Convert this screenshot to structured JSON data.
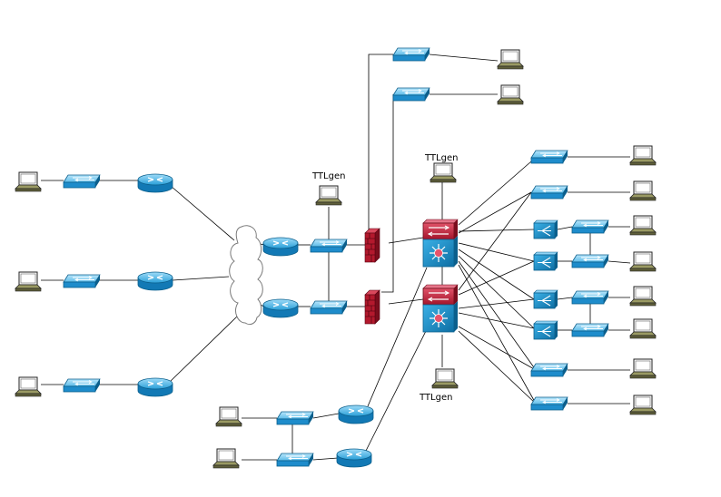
{
  "labels": {
    "ttlgen_top": "TTLgen",
    "ttlgen_mid": "TTLgen",
    "ttlgen_bottom": "TTLgen"
  },
  "colors": {
    "device_blue": "#1f9ad6",
    "device_blue_light": "#8fd3f5",
    "device_blue_dark": "#0b5f8c",
    "firewall_red": "#b3192d",
    "multilayer_red": "#c41e3a",
    "laptop_body": "#8c8c5a",
    "link": "#000000"
  },
  "icons": [
    "laptop-icon",
    "switch-icon",
    "router-icon",
    "firewall-icon",
    "multilayer-switch-icon",
    "cloud-icon",
    "hub-icon"
  ]
}
